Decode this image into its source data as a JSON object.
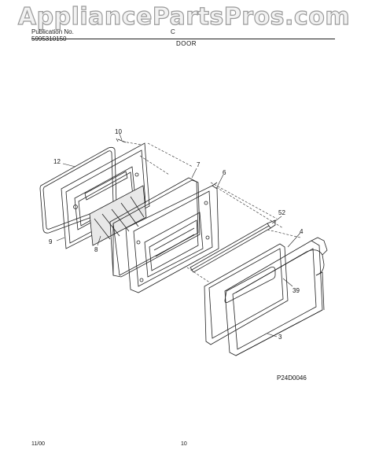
{
  "watermark": "AppliancePartsPros.com",
  "header": {
    "publication_label": "Publication No.",
    "publication_number": "5995310150",
    "model_prefix": "C",
    "rule_color": "#222222"
  },
  "section_title": "DOOR",
  "callouts": {
    "c10": "10",
    "c12": "12",
    "c7": "7",
    "c6": "6",
    "c9": "9",
    "c8": "8",
    "c52": "52",
    "c4": "4",
    "c39": "39",
    "c3": "3"
  },
  "diagram_code": "P24D0046",
  "footer": {
    "date": "11/00",
    "page": "10"
  },
  "colors": {
    "line": "#222222",
    "glass_shade": "#444444",
    "watermark_fill": "#f2f2f2",
    "watermark_stroke": "#9a9a9a"
  }
}
